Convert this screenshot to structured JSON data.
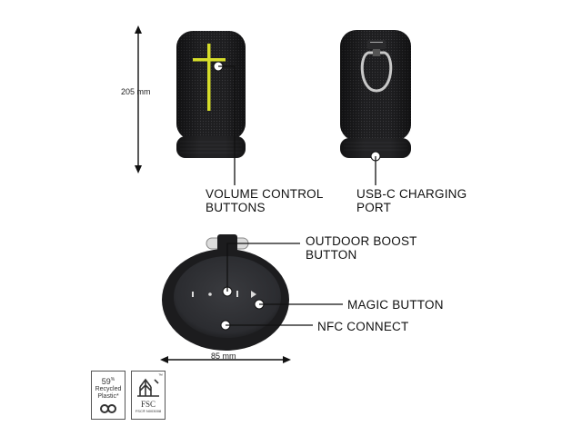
{
  "dimensions": {
    "height_label": "205 mm",
    "width_label": "85 mm"
  },
  "callouts": {
    "volume": [
      "VOLUME CONTROL",
      "BUTTONS"
    ],
    "usbc": [
      "USB-C CHARGING",
      "PORT"
    ],
    "outdoor": [
      "OUTDOOR BOOST",
      "BUTTON"
    ],
    "magic": "MAGIC BUTTON",
    "nfc": "NFC CONNECT"
  },
  "badges": {
    "recycled": {
      "percent": "59",
      "superscript": "%",
      "line1": "Recycled",
      "line2": "Plastic*"
    },
    "fsc": {
      "label": "FSC",
      "code": "FSC® N003008",
      "tm": "™"
    }
  },
  "colors": {
    "speaker_body": "#1c1c1e",
    "speaker_mesh": "#2a2a2c",
    "accent_yellow": "#d6dd2a",
    "ring": "#c8c8c8"
  }
}
